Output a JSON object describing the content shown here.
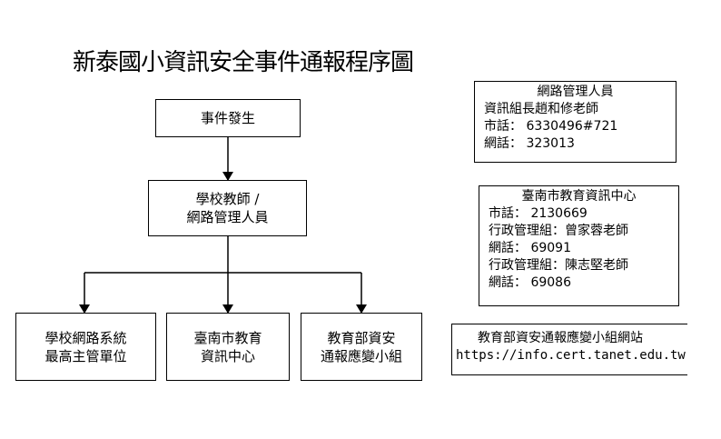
{
  "title": "新泰國小資訊安全事件通報程序圖",
  "flow": {
    "event": "事件發生",
    "teacher": [
      "學校教師 /",
      "網路管理人員"
    ],
    "targets": [
      [
        "學校網路系統",
        "最高主管單位"
      ],
      [
        "臺南市教育",
        "資訊中心"
      ],
      [
        "教育部資安",
        "通報應變小組"
      ]
    ]
  },
  "contacts": {
    "network_admin": {
      "heading": "網路管理人員",
      "lines": [
        "資訊組長趙和修老師",
        "市話： 6330496#721",
        "網話： 323013"
      ]
    },
    "city_center": {
      "heading": "臺南市教育資訊中心",
      "lines": [
        "市話： 2130669",
        "行政管理組：曾家蓉老師",
        "網話： 69091",
        "行政管理組：陳志堅老師",
        "網話： 69086"
      ]
    },
    "ministry": {
      "heading": "教育部資安通報應變小組網站",
      "url": "https://info.cert.tanet.edu.tw"
    }
  },
  "colors": {
    "line": "#000000",
    "background": "#ffffff"
  }
}
